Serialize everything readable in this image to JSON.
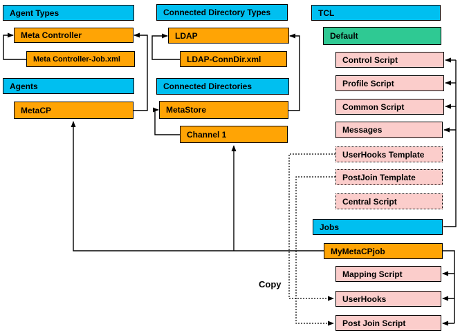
{
  "colors": {
    "category": "#00BFF0",
    "item": "#FFA405",
    "default_set": "#2FC993",
    "script": "#FBCDCB",
    "line": "#000000"
  },
  "nodes": {
    "agent_types": "Agent Types",
    "meta_controller": "Meta Controller",
    "meta_controller_job": "Meta Controller-Job.xml",
    "agents": "Agents",
    "metacp": "MetaCP",
    "connected_directory_types": "Connected Directory Types",
    "ldap": "LDAP",
    "ldap_conndir": "LDAP-ConnDir.xml",
    "connected_directories": "Connected Directories",
    "metastore": "MetaStore",
    "channel_1": "Channel 1",
    "tcl": "TCL",
    "default": "Default",
    "control_script": "Control Script",
    "profile_script": "Profile Script",
    "common_script": "Common Script",
    "messages": "Messages",
    "userhooks_template": "UserHooks Template",
    "postjoin_template": "PostJoin Template",
    "central_script": "Central Script",
    "jobs": "Jobs",
    "mymetacpjob": "MyMetaCPjob",
    "mapping_script": "Mapping Script",
    "userhooks": "UserHooks",
    "post_join_script": "Post Join Script"
  },
  "annotations": {
    "copy_label": "Copy"
  }
}
